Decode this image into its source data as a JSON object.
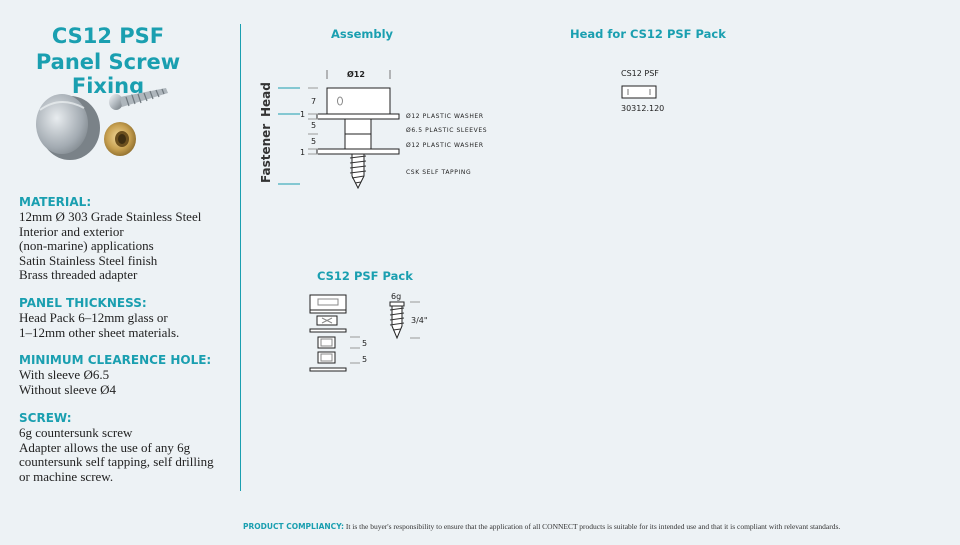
{
  "title": {
    "line1": "CS12 PSF",
    "line2": "Panel Screw Fixing"
  },
  "specs": [
    {
      "heading": "MATERIAL:",
      "lines": [
        "12mm Ø 303 Grade Stainless Steel",
        "Interior and exterior",
        "(non-marine) applications",
        "Satin Stainless Steel finish",
        "Brass threaded adapter"
      ]
    },
    {
      "heading": "PANEL THICKNESS:",
      "lines": [
        "Head Pack 6–12mm glass or",
        "1–12mm other sheet materials."
      ]
    },
    {
      "heading": "MINIMUM CLEARENCE HOLE:",
      "lines": [
        "With sleeve Ø6.5",
        "Without sleeve Ø4"
      ]
    },
    {
      "heading": "SCREW:",
      "lines": [
        "6g countersunk screw",
        "Adapter allows the use of any 6g",
        "countersunk self tapping, self drilling",
        "or machine screw."
      ]
    }
  ],
  "assembly": {
    "title": "Assembly",
    "head_label": "Head",
    "fastener_label": "Fastener",
    "diameter_label": "Ø12",
    "dims": [
      "7",
      "1",
      "5",
      "5",
      "1"
    ],
    "callouts": [
      "Ø12 PLASTIC WASHER",
      "Ø6.5 PLASTIC SLEEVES",
      "Ø12 PLASTIC WASHER",
      "CSK SELF TAPPING"
    ]
  },
  "head_pack": {
    "title": "Head for CS12 PSF Pack",
    "label": "CS12 PSF",
    "code": "30312.120"
  },
  "psf_pack": {
    "title": "CS12 PSF Pack",
    "screw_gauge": "6g",
    "screw_length": "3/4\"",
    "dims": [
      "5",
      "5"
    ]
  },
  "footer": {
    "label": "PRODUCT COMPLIANCY:",
    "text": "It is the buyer's responsibility to ensure that the application of all CONNECT products is suitable for its intended use and that it is compliant with relevant standards."
  },
  "colors": {
    "accent": "#1a9fb0",
    "background": "#edf2f5"
  }
}
